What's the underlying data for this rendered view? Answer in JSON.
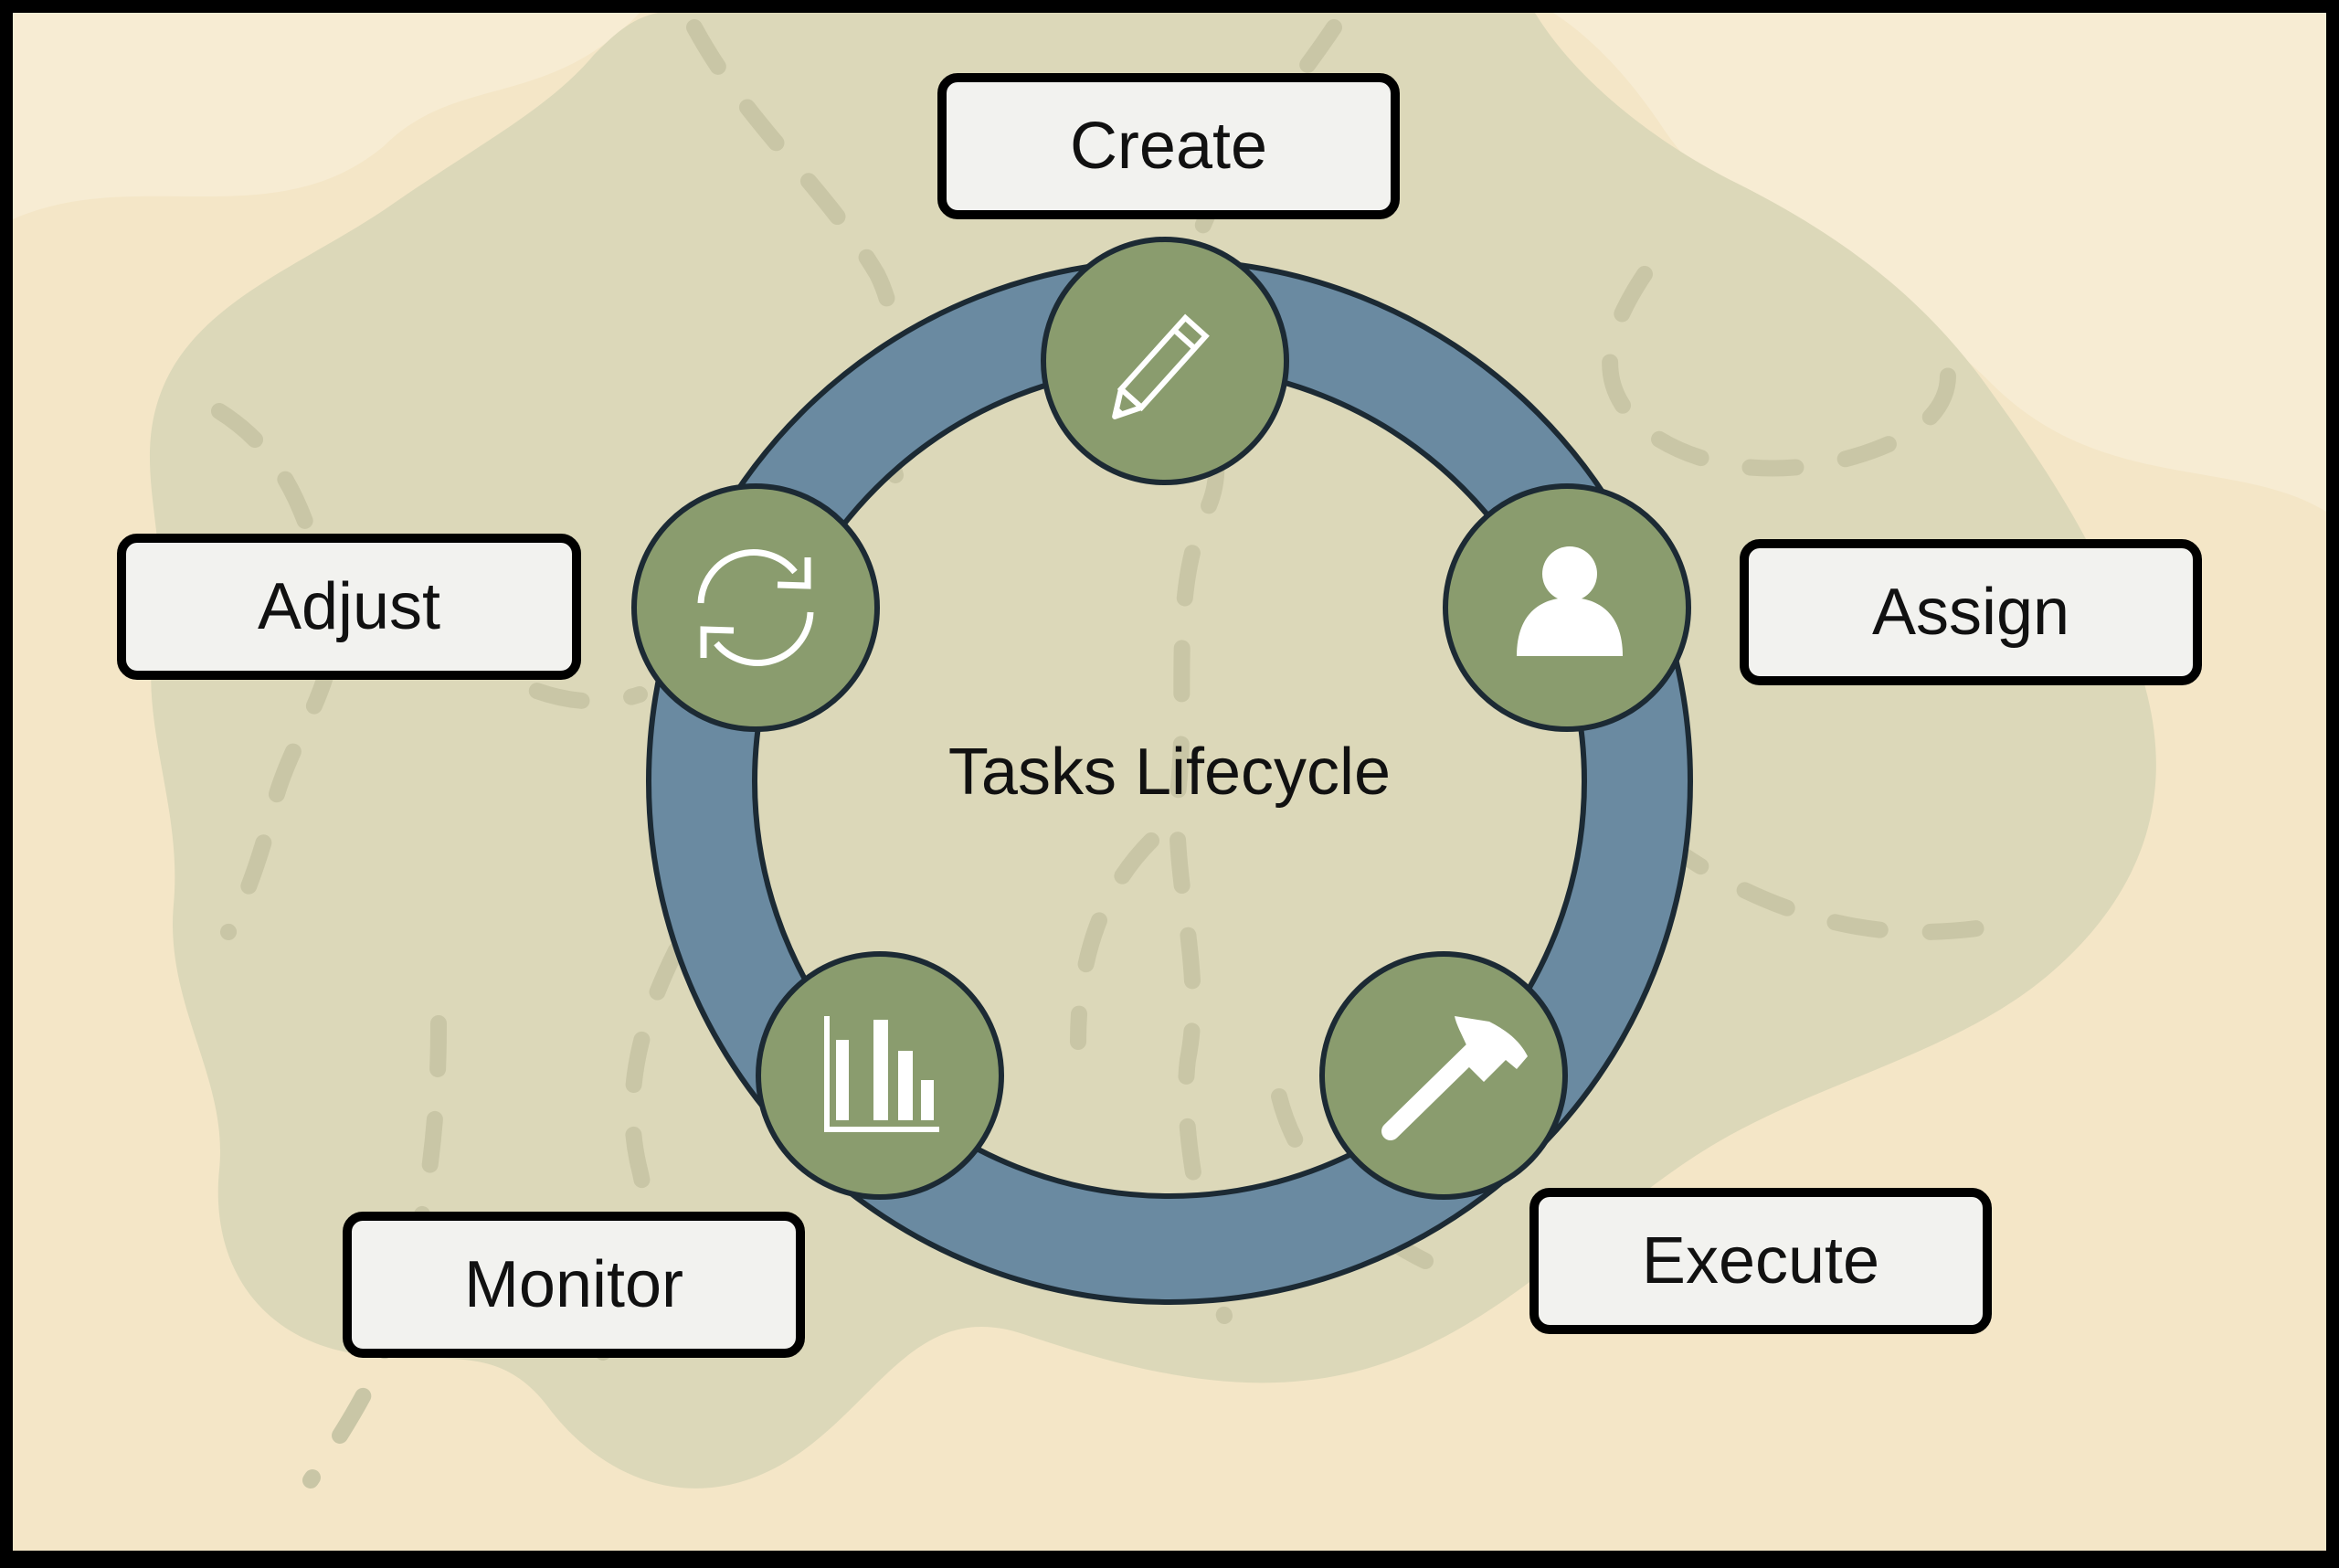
{
  "diagram": {
    "title": "Tasks Lifecycle",
    "colors": {
      "ring": "#6a8aa1",
      "node_fill": "#8a9c6e",
      "node_stroke": "#1c2a34",
      "background": "#f4e6c7",
      "blob": "#dcd8b9",
      "label_fill": "#f2f2ef"
    },
    "stages": [
      {
        "label": "Create",
        "icon": "pencil-icon"
      },
      {
        "label": "Assign",
        "icon": "person-icon"
      },
      {
        "label": "Execute",
        "icon": "hammer-icon"
      },
      {
        "label": "Monitor",
        "icon": "bar-chart-icon"
      },
      {
        "label": "Adjust",
        "icon": "refresh-cycle-icon"
      }
    ]
  }
}
